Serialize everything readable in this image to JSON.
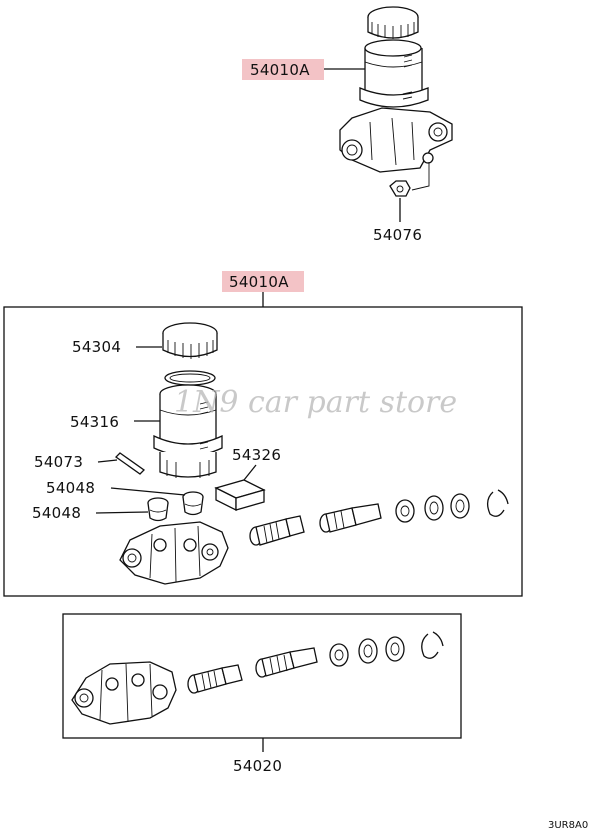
{
  "diagram": {
    "top_assembly": {
      "part_label": "54010A",
      "nut_label": "54076"
    },
    "exploded_view": {
      "assembly_label": "54010A",
      "cap_label": "54304",
      "reservoir_label": "54316",
      "pin_label": "54073",
      "grommet_label_1": "54048",
      "grommet_label_2": "54048",
      "block_label": "54326"
    },
    "lower_assembly": {
      "part_label": "54020"
    },
    "watermark": "1N9 car part store",
    "diagram_code": "3UR8A0",
    "highlight_color": "#f3c3c6"
  }
}
